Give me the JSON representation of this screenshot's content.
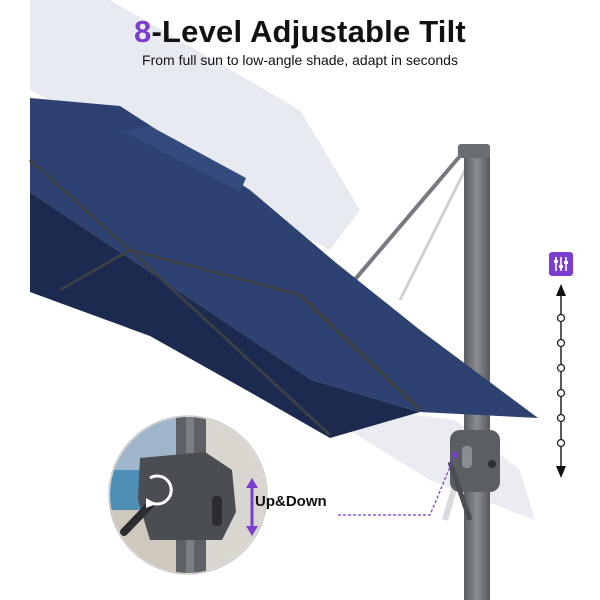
{
  "headline": {
    "number": "8",
    "text": "-Level Adjustable Tilt"
  },
  "subheadline": "From full sun to low-angle shade, adapt in seconds",
  "callout_label": "Up&Down",
  "tilt_levels": 8,
  "colors": {
    "accent": "#7b3fd0",
    "canopy": "#263a66",
    "canopy_dark": "#172544",
    "pole": "#6b6e73",
    "text": "#111111"
  },
  "icons": [
    "tilt-adjust-icon",
    "rotate-arrow-icon",
    "up-down-arrow-icon"
  ]
}
